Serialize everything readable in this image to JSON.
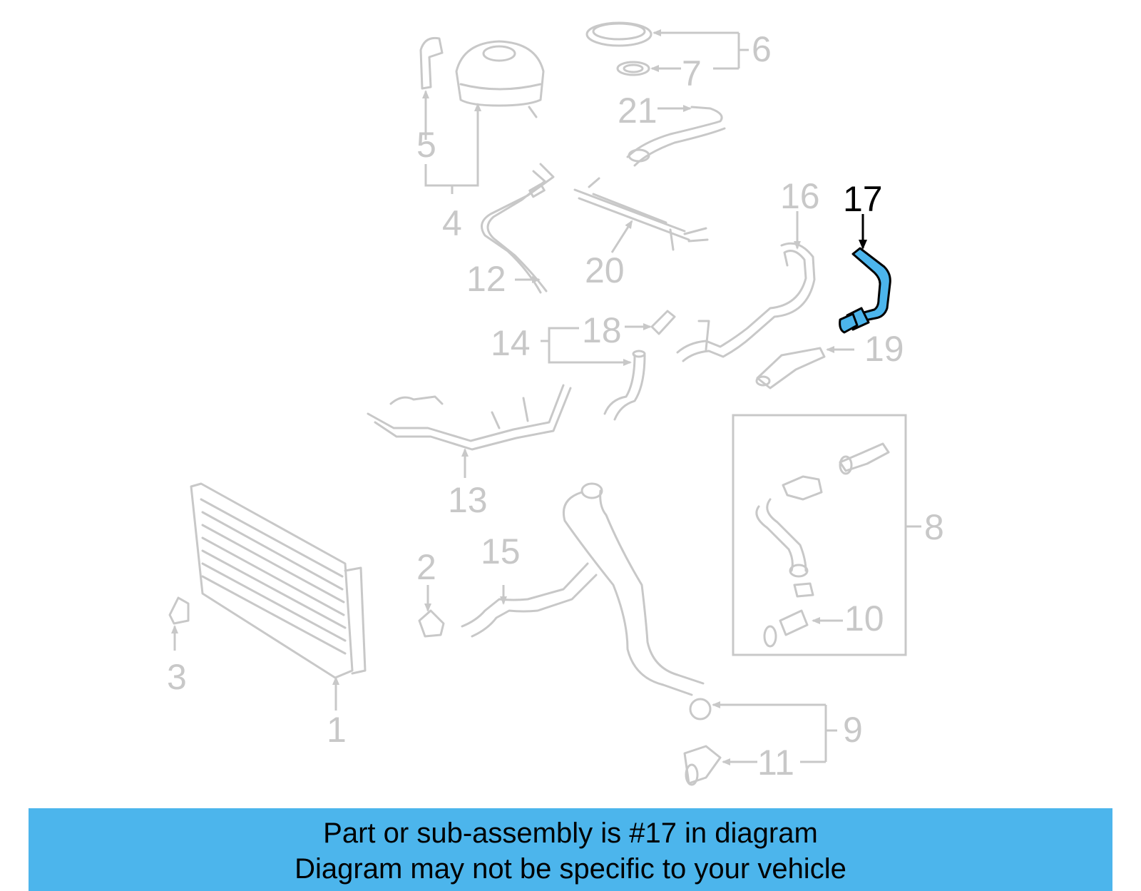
{
  "highlight": {
    "part_number": "17",
    "color": "#4cb5ec"
  },
  "callouts": [
    "1",
    "2",
    "3",
    "4",
    "5",
    "6",
    "7",
    "8",
    "9",
    "10",
    "11",
    "12",
    "13",
    "14",
    "15",
    "16",
    "17",
    "18",
    "19",
    "20",
    "21"
  ],
  "banner": {
    "line1": "Part or sub-assembly is #17 in diagram",
    "line2": "Diagram may not be specific to your vehicle"
  }
}
